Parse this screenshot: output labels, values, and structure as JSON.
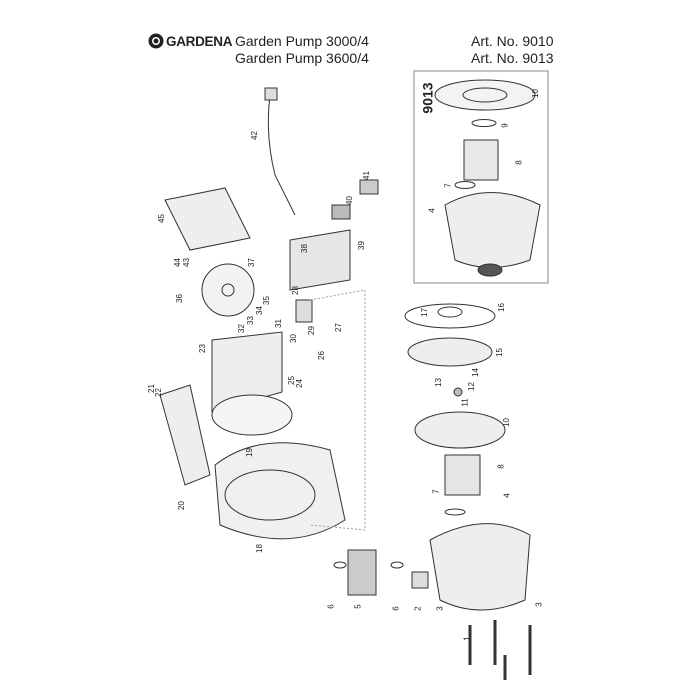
{
  "header": {
    "brand": "GARDENA",
    "model_1": "Garden Pump 3000/4",
    "model_2": "Garden Pump 3600/4",
    "art_1": "Art. No. 9010",
    "art_2": "Art. No. 9013"
  },
  "inset": {
    "title": "9013",
    "labels": [
      "10",
      "9",
      "8",
      "7",
      "4"
    ]
  },
  "parts": [
    "42",
    "41",
    "40",
    "39",
    "38",
    "45",
    "44",
    "43",
    "37",
    "36",
    "35",
    "34",
    "33",
    "32",
    "31",
    "28",
    "29",
    "27",
    "30",
    "26",
    "23",
    "25",
    "24",
    "21",
    "22",
    "20",
    "19",
    "18",
    "17",
    "16",
    "15",
    "14",
    "13",
    "12",
    "11",
    "10",
    "8",
    "7",
    "4",
    "6",
    "5",
    "6",
    "2",
    "3",
    "1",
    "3"
  ]
}
